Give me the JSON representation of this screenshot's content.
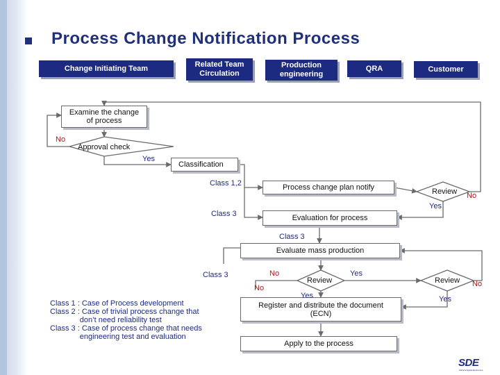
{
  "title": "Process Change Notification Process",
  "lanes": [
    "Change Initiating Team",
    "Related Team\nCirculation",
    "Production\nengineering",
    "QRA",
    "Customer"
  ],
  "steps": {
    "examine": "Examine the change\nof process",
    "approval": "Approval check",
    "classification": "Classification",
    "plan_notify": "Process change plan notify",
    "review_customer_1": "Review",
    "evaluation": "Evaluation  for  process",
    "evaluate_mass": "Evaluate mass production",
    "review_qra": "Review",
    "review_customer_2": "Review",
    "register": "Register and distribute the document\n(ECN)",
    "apply": "Apply to the process"
  },
  "labels": {
    "no_approval": "No",
    "yes_approval": "Yes",
    "class_12": "Class 1,2",
    "class_3_a": "Class 3",
    "class_3_b": "Class 3",
    "class_3_c": "Class 3",
    "no_review1": "No",
    "yes_review1": "Yes",
    "no_qra_a": "No",
    "no_qra_b": "No",
    "yes_qra_a": "Yes",
    "yes_qra_b": "Yes",
    "no_review2": "No",
    "yes_review2": "Yes"
  },
  "legend": [
    "Class 1 : Case of Process development",
    "Class 2 : Case of trivial process change that",
    "              don’t need reliability test",
    "Class 3 : Case of process change that needs",
    "              engineering test and evaluation"
  ],
  "logo": {
    "text": "SDE",
    "subtext": "Sahara Digital Electronics"
  },
  "colors": {
    "header_fill": "#1c2a82",
    "arrow": "#6a6a6a",
    "label_no": "#b01818",
    "label_blue": "#1c2a82"
  }
}
